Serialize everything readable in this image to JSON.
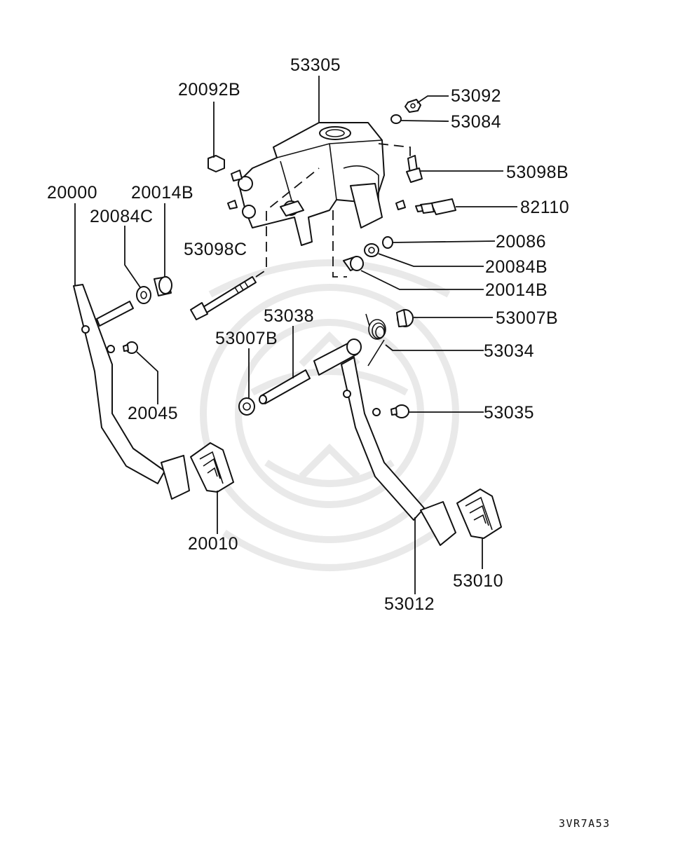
{
  "diagram": {
    "callouts": [
      {
        "id": "53305",
        "text": "53305"
      },
      {
        "id": "20092B",
        "text": "20092B"
      },
      {
        "id": "53092",
        "text": "53092"
      },
      {
        "id": "53084",
        "text": "53084"
      },
      {
        "id": "53098B",
        "text": "53098B"
      },
      {
        "id": "82110",
        "text": "82110"
      },
      {
        "id": "20000",
        "text": "20000"
      },
      {
        "id": "20014B-left",
        "text": "20014B"
      },
      {
        "id": "20084C",
        "text": "20084C"
      },
      {
        "id": "53098C",
        "text": "53098C"
      },
      {
        "id": "20086",
        "text": "20086"
      },
      {
        "id": "20084B",
        "text": "20084B"
      },
      {
        "id": "20014B-right",
        "text": "20014B"
      },
      {
        "id": "53038",
        "text": "53038"
      },
      {
        "id": "53007B-right",
        "text": "53007B"
      },
      {
        "id": "53007B-left",
        "text": "53007B"
      },
      {
        "id": "53034",
        "text": "53034"
      },
      {
        "id": "20045",
        "text": "20045"
      },
      {
        "id": "53035",
        "text": "53035"
      },
      {
        "id": "20010",
        "text": "20010"
      },
      {
        "id": "53010",
        "text": "53010"
      },
      {
        "id": "53012",
        "text": "53012"
      }
    ],
    "diagram_code": "3VR7A53"
  }
}
